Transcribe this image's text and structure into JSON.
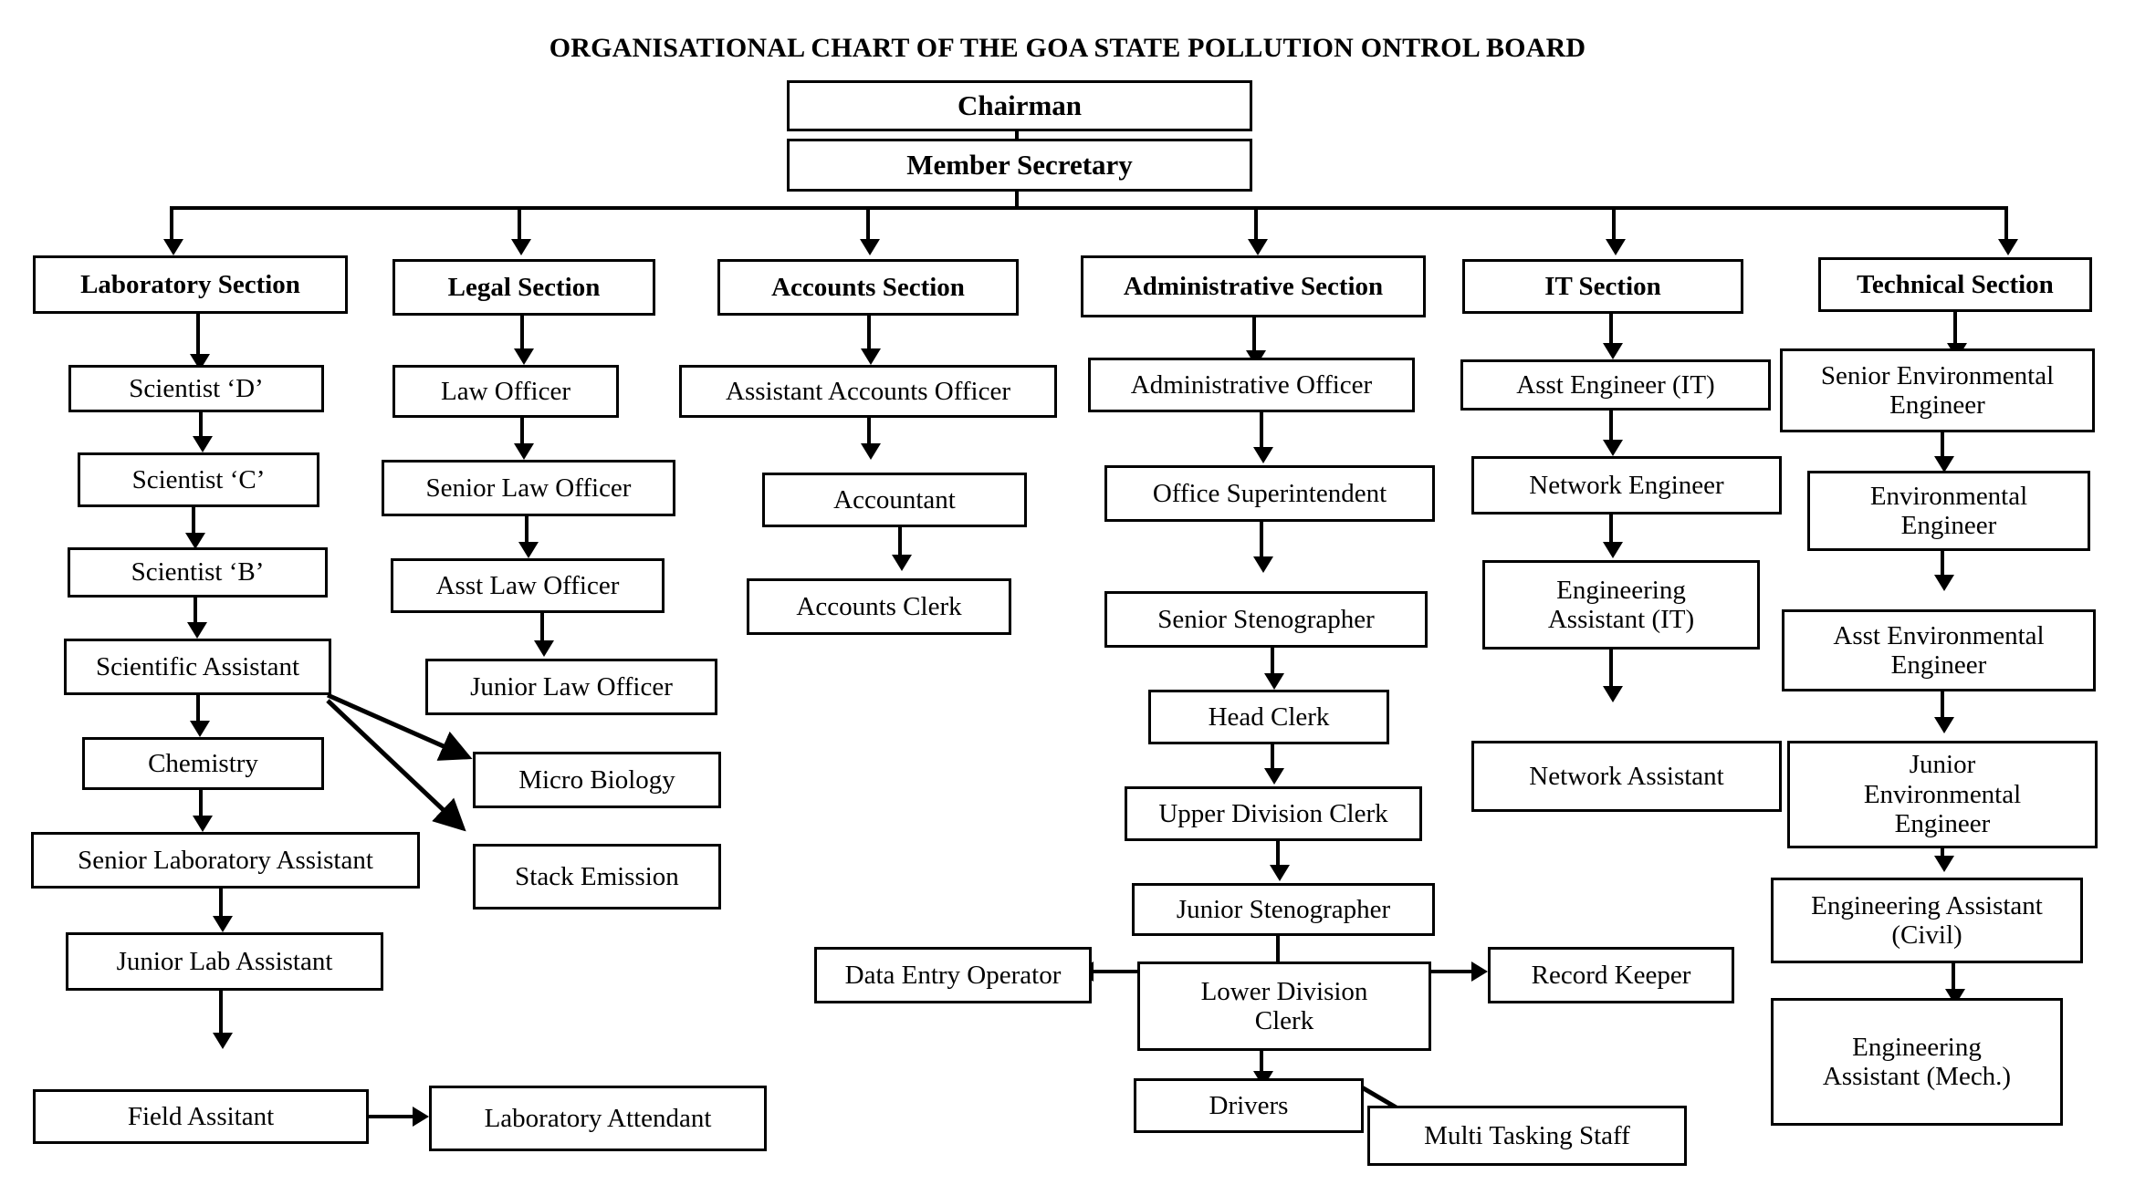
{
  "chart_data": {
    "type": "diagram",
    "title": "ORGANISATIONAL CHART OF THE GOA STATE POLLUTION ONTROL BOARD",
    "top": [
      {
        "id": "chairman",
        "label": "Chairman"
      },
      {
        "id": "member_secretary",
        "label": "Member Secretary"
      }
    ],
    "sections": [
      {
        "id": "laboratory",
        "header": "Laboratory Section",
        "nodes": [
          "Scientist ‘D’",
          "Scientist ‘C’",
          "Scientist ‘B’",
          "Scientific Assistant",
          "Chemistry",
          "Senior Laboratory Assistant",
          "Junior Lab Assistant",
          "Field Assitant"
        ],
        "branches": [
          "Micro Biology",
          "Stack Emission",
          "Laboratory Attendant"
        ]
      },
      {
        "id": "legal",
        "header": "Legal Section",
        "nodes": [
          "Law Officer",
          "Senior Law Officer",
          "Asst Law Officer",
          "Junior Law Officer"
        ],
        "branches": []
      },
      {
        "id": "accounts",
        "header": "Accounts Section",
        "nodes": [
          "Assistant Accounts Officer",
          "Accountant",
          "Accounts Clerk"
        ],
        "branches": []
      },
      {
        "id": "administrative",
        "header": "Administrative Section",
        "nodes": [
          "Administrative Officer",
          "Office Superintendent",
          "Senior Stenographer",
          "Head Clerk",
          "Upper Division Clerk",
          "Junior Stenographer",
          "Lower Division Clerk",
          "Drivers"
        ],
        "branches": [
          "Data Entry Operator",
          "Record Keeper",
          "Multi Tasking Staff"
        ]
      },
      {
        "id": "it",
        "header": "IT Section",
        "nodes": [
          "Asst Engineer (IT)",
          "Network Engineer",
          "Engineering Assistant (IT)",
          "Network Assistant"
        ],
        "branches": []
      },
      {
        "id": "technical",
        "header": "Technical Section",
        "nodes": [
          "Senior Environmental Engineer",
          "Environmental Engineer",
          "Asst Environmental Engineer",
          "Junior Environmental Engineer",
          "Engineering Assistant (Civil)",
          "Engineering Assistant (Mech.)"
        ],
        "branches": []
      }
    ]
  },
  "title": "ORGANISATIONAL CHART OF THE GOA STATE POLLUTION ONTROL BOARD",
  "top": {
    "chairman": "Chairman",
    "member_secretary": "Member Secretary"
  },
  "lab": {
    "header": "Laboratory Section",
    "scientist_d": "Scientist ‘D’",
    "scientist_c": "Scientist ‘C’",
    "scientist_b": "Scientist ‘B’",
    "scientific_assistant": "Scientific Assistant",
    "chemistry": "Chemistry",
    "micro_biology": "Micro Biology",
    "stack_emission": "Stack Emission",
    "senior_lab_assistant": "Senior Laboratory Assistant",
    "junior_lab_assistant": "Junior Lab Assistant",
    "field_assistant": "Field Assitant",
    "laboratory_attendant": "Laboratory Attendant"
  },
  "legal": {
    "header": "Legal Section",
    "law_officer": "Law Officer",
    "senior_law_officer": "Senior Law Officer",
    "asst_law_officer": "Asst Law Officer",
    "junior_law_officer": "Junior Law Officer"
  },
  "accounts": {
    "header": "Accounts Section",
    "assistant_accounts_officer": "Assistant Accounts Officer",
    "accountant": "Accountant",
    "accounts_clerk": "Accounts Clerk"
  },
  "admin": {
    "header": "Administrative Section",
    "administrative_officer": "Administrative Officer",
    "office_superintendent": "Office Superintendent",
    "senior_stenographer": "Senior Stenographer",
    "head_clerk": "Head Clerk",
    "upper_division_clerk": "Upper Division Clerk",
    "junior_stenographer": "Junior Stenographer",
    "lower_division_clerk_l1": "Lower Division",
    "lower_division_clerk_l2": "Clerk",
    "data_entry_operator": "Data Entry Operator",
    "record_keeper": "Record Keeper",
    "drivers": "Drivers",
    "multi_tasking_staff": "Multi Tasking Staff"
  },
  "it": {
    "header": "IT Section",
    "asst_engineer_it": "Asst Engineer (IT)",
    "network_engineer": "Network Engineer",
    "engineering_assistant_it_l1": "Engineering",
    "engineering_assistant_it_l2": "Assistant (IT)",
    "network_assistant": "Network Assistant"
  },
  "tech": {
    "header": "Technical Section",
    "senior_env_engineer_l1": "Senior Environmental",
    "senior_env_engineer_l2": "Engineer",
    "env_engineer_l1": "Environmental",
    "env_engineer_l2": "Engineer",
    "asst_env_engineer_l1": "Asst Environmental",
    "asst_env_engineer_l2": "Engineer",
    "junior_env_engineer_l1": "Junior",
    "junior_env_engineer_l2": "Environmental",
    "junior_env_engineer_l3": "Engineer",
    "eng_assistant_civil_l1": "Engineering Assistant",
    "eng_assistant_civil_l2": "(Civil)",
    "eng_assistant_mech_l1": "Engineering",
    "eng_assistant_mech_l2": "Assistant (Mech.)"
  },
  "colors": {
    "line": "#000000",
    "box_fill": "#ffffff",
    "text": "#000000"
  }
}
